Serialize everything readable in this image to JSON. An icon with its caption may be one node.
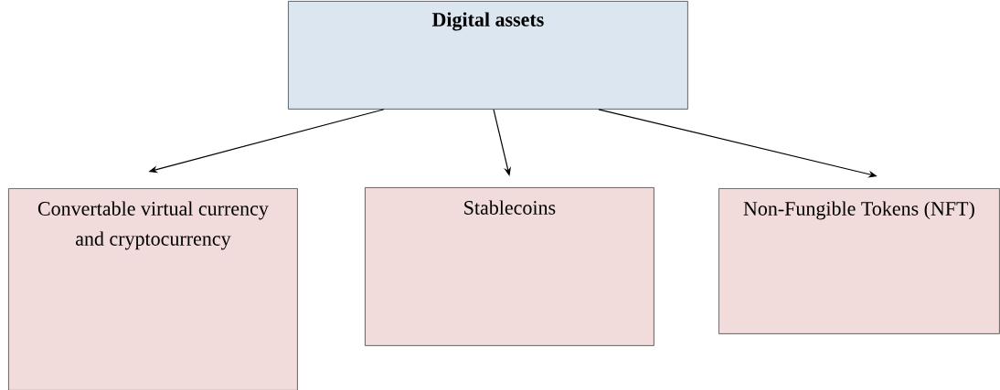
{
  "diagram": {
    "nodes": [
      {
        "text": [
          "Digital assets"
        ]
      },
      {
        "text": [
          "Convertable virtual currency and cryptocurrency"
        ]
      },
      {
        "text": [
          "Stablecoins"
        ]
      },
      {
        "text": [
          "Non-Fungible Tokens (NFT)"
        ]
      }
    ],
    "edges": [
      {
        "from": 0,
        "to": 1,
        "arrow": "to"
      },
      {
        "from": 0,
        "to": 2,
        "arrow": "to"
      },
      {
        "from": 0,
        "to": 3,
        "arrow": "to"
      }
    ]
  }
}
